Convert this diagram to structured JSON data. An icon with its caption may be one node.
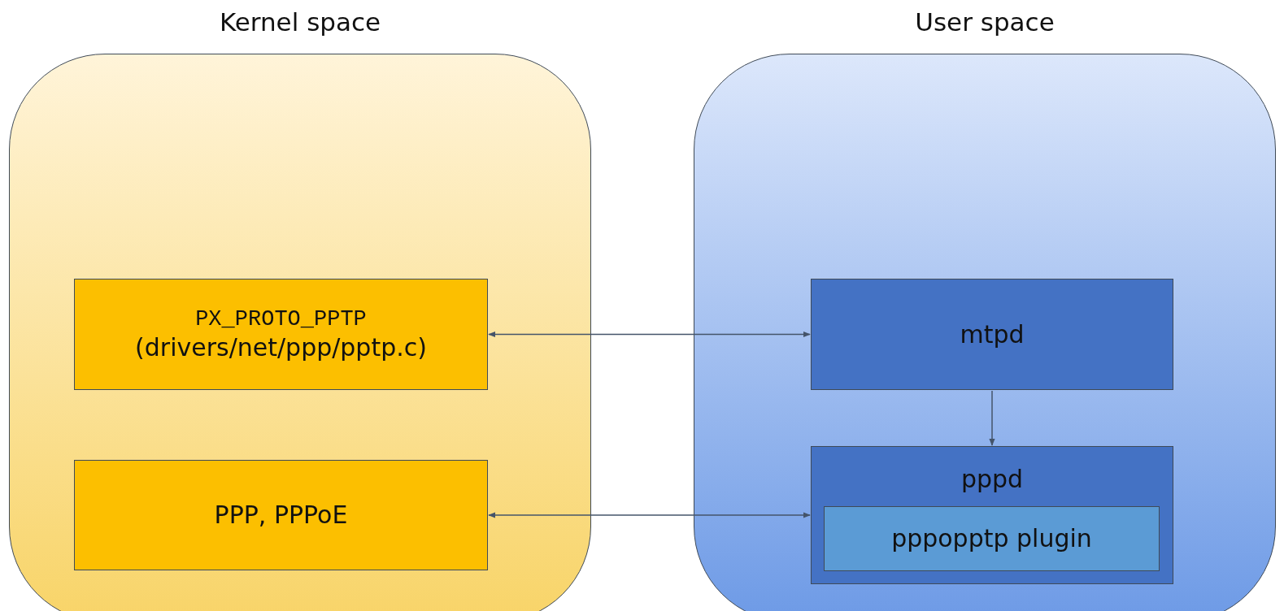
{
  "diagram": {
    "nodes": [
      {
        "text": [
          "Kernel space"
        ]
      },
      {
        "text": [
          "PX_PROTO_PPTP",
          "(drivers/net/ppp/pptp.c)"
        ],
        "in": 0
      },
      {
        "text": [
          "PPP, PPPoE"
        ],
        "in": 0
      },
      {
        "text": [
          "User space"
        ]
      },
      {
        "text": [
          "mtpd"
        ],
        "in": 3
      },
      {
        "text": [
          "pppd"
        ],
        "in": 3
      },
      {
        "text": [
          "pppopptp plugin"
        ],
        "in": 5
      }
    ],
    "edges": [
      {
        "from": 1,
        "to": 4,
        "arrow": "both"
      },
      {
        "from": 4,
        "to": 5,
        "arrow": "to"
      },
      {
        "from": 2,
        "to": 5,
        "arrow": "both"
      }
    ]
  }
}
